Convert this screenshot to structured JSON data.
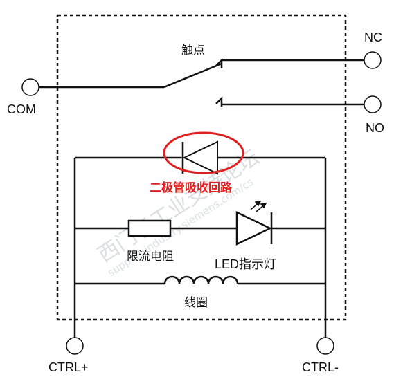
{
  "labels": {
    "com": "COM",
    "nc": "NC",
    "no": "NO",
    "contact": "触点",
    "diode_circuit": "二极管吸收回路",
    "resistor": "限流电阻",
    "led": "LED指示灯",
    "coil": "线圈",
    "ctrl_pos": "CTRL+",
    "ctrl_neg": "CTRL-"
  },
  "watermark": {
    "cn": "西门子工业支持论坛",
    "url": "support.industry.siemens.com/cs"
  },
  "colors": {
    "line": "#111111",
    "highlight": "#e02020",
    "watermark": "#bfc6cc"
  }
}
